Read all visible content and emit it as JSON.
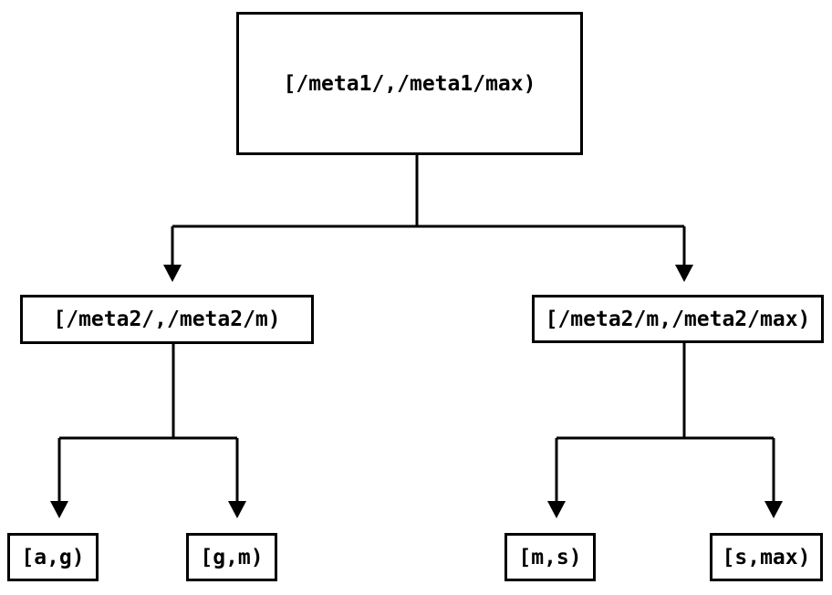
{
  "tree": {
    "root": {
      "label": "[/meta1/,/meta1/max)",
      "children": [
        {
          "label": "[/meta2/,/meta2/m)",
          "children": [
            {
              "label": "[a,g)"
            },
            {
              "label": "[g,m)"
            }
          ]
        },
        {
          "label": "[/meta2/m,/meta2/max)",
          "children": [
            {
              "label": "[m,s)"
            },
            {
              "label": "[s,max)"
            }
          ]
        }
      ]
    }
  },
  "colors": {
    "line": "#000000",
    "arrowhead": "#000000",
    "background": "#ffffff",
    "text": "#000000"
  }
}
